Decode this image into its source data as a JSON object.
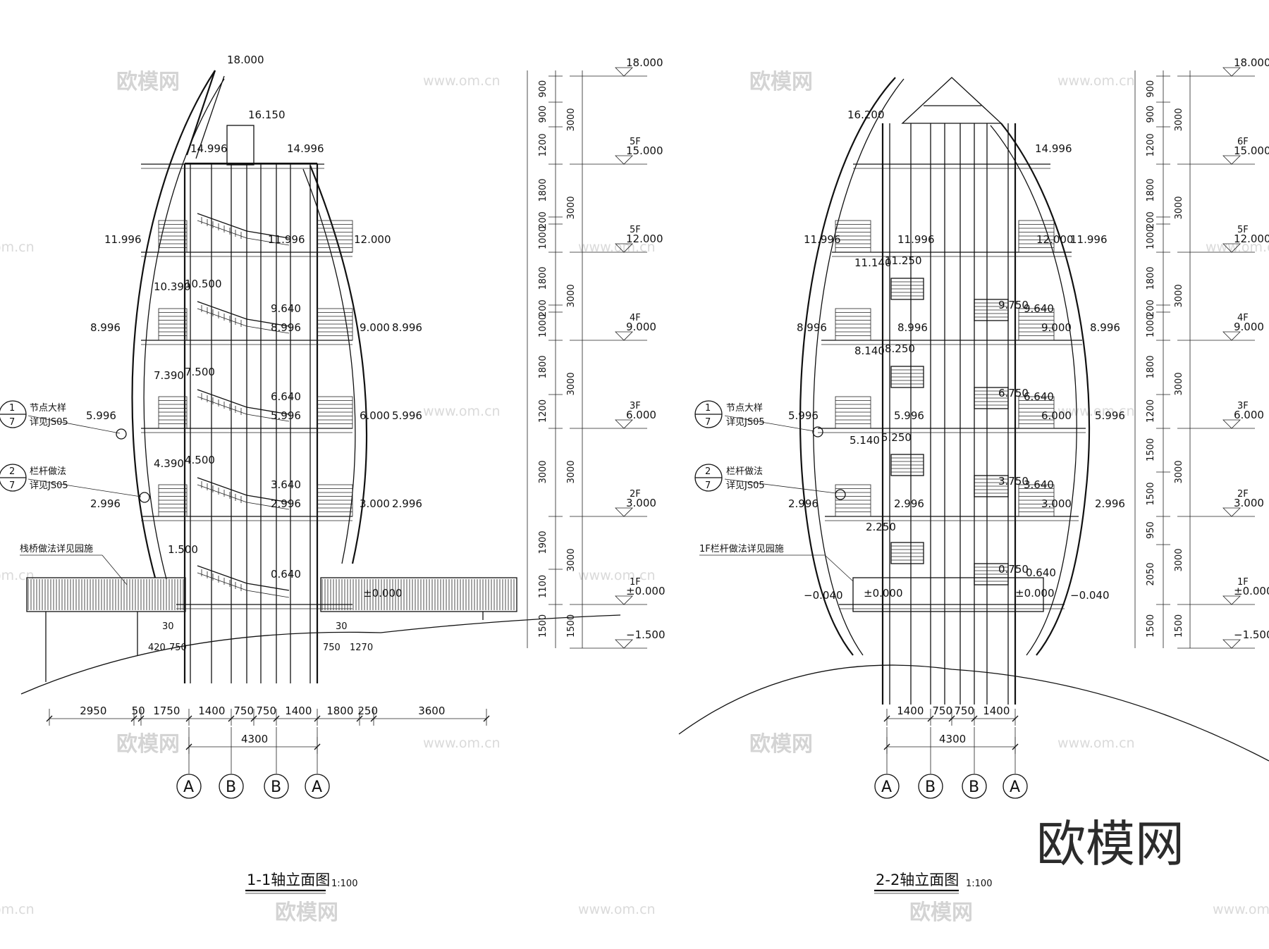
{
  "drawings": [
    {
      "title": "1-1轴立面图",
      "scale": "1:100",
      "axes": [
        "A",
        "B",
        "B",
        "A"
      ],
      "column_elevations": {
        "left": [
          "18.000",
          "16.150",
          "14.996",
          "11.996",
          "10.390",
          "8.996",
          "7.390",
          "5.996",
          "4.390",
          "2.996",
          "1.500"
        ],
        "inner": [
          "14.996",
          "11.996",
          "10.500",
          "9.640",
          "8.996",
          "7.500",
          "6.640",
          "5.996",
          "4.500",
          "3.640",
          "2.996",
          "0.640"
        ],
        "right": [
          "12.000",
          "9.000",
          "8.996",
          "6.000",
          "5.996",
          "3.000",
          "2.996",
          "±0.000"
        ]
      },
      "bottom_dims": [
        "2950",
        "50",
        "1750",
        "1400",
        "750",
        "750",
        "1400",
        "1800",
        "250",
        "3600"
      ],
      "total_dim": "4300",
      "small_dims": [
        "30",
        "30",
        "420",
        "750",
        "750",
        "1270"
      ],
      "notes": [
        {
          "symbol_top": "1",
          "symbol_bottom": "7",
          "line1": "节点大样",
          "line2": "详见JS05"
        },
        {
          "symbol_top": "2",
          "symbol_bottom": "7",
          "line1": "栏杆做法",
          "line2": "详见JS05"
        },
        {
          "line1": "栈桥做法详见园施"
        }
      ],
      "level_scale": {
        "levels": [
          {
            "floor": "",
            "value": "18.000"
          },
          {
            "floor": "5F",
            "value": "15.000"
          },
          {
            "floor": "5F",
            "value": "12.000"
          },
          {
            "floor": "4F",
            "value": "9.000"
          },
          {
            "floor": "3F",
            "value": "6.000"
          },
          {
            "floor": "2F",
            "value": "3.000"
          },
          {
            "floor": "1F",
            "value": "±0.000"
          },
          {
            "floor": "",
            "value": "−1.500"
          }
        ],
        "col1": [
          "900",
          "900",
          "1200",
          "1800",
          "200",
          "1000",
          "1800",
          "200",
          "1000",
          "1800",
          "1200",
          "3000",
          "1900",
          "1100",
          "1500"
        ],
        "col2": [
          "3000",
          "3000",
          "3000",
          "3000",
          "3000",
          "3000",
          "1500"
        ]
      }
    },
    {
      "title": "2-2轴立面图",
      "scale": "1:100",
      "axes": [
        "A",
        "B",
        "B",
        "A"
      ],
      "column_elevations": {
        "left": [
          "16.200",
          "11.996",
          "8.996",
          "5.996",
          "2.996",
          "−0.040"
        ],
        "inner": [
          "11.996",
          "11.140",
          "11.250",
          "8.996",
          "8.140",
          "8.250",
          "5.996",
          "5.140",
          "5.250",
          "2.996",
          "2.250",
          "±0.000"
        ],
        "right": [
          "14.996",
          "12.000",
          "11.996",
          "9.750",
          "9.640",
          "9.000",
          "8.996",
          "6.750",
          "6.640",
          "6.000",
          "5.996",
          "3.750",
          "3.640",
          "3.000",
          "2.996",
          "0.750",
          "0.640",
          "±0.000",
          "−0.040"
        ]
      },
      "bottom_dims": [
        "1400",
        "750",
        "750",
        "1400"
      ],
      "total_dim": "4300",
      "notes": [
        {
          "symbol_top": "1",
          "symbol_bottom": "7",
          "line1": "节点大样",
          "line2": "详见JS05"
        },
        {
          "symbol_top": "2",
          "symbol_bottom": "7",
          "line1": "栏杆做法",
          "line2": "详见JS05"
        },
        {
          "line1": "1F栏杆做法详见园施"
        }
      ],
      "level_scale": {
        "levels": [
          {
            "floor": "",
            "value": "18.000"
          },
          {
            "floor": "6F",
            "value": "15.000"
          },
          {
            "floor": "5F",
            "value": "12.000"
          },
          {
            "floor": "4F",
            "value": "9.000"
          },
          {
            "floor": "3F",
            "value": "6.000"
          },
          {
            "floor": "2F",
            "value": "3.000"
          },
          {
            "floor": "1F",
            "value": "±0.000"
          },
          {
            "floor": "",
            "value": "−1.500"
          }
        ],
        "col1": [
          "900",
          "900",
          "1200",
          "1800",
          "200",
          "1000",
          "1800",
          "200",
          "1000",
          "1800",
          "1200",
          "1500",
          "1500",
          "950",
          "2050",
          "1500"
        ],
        "col2": [
          "3000",
          "3000",
          "3000",
          "3000",
          "3000",
          "3000",
          "1500"
        ]
      }
    }
  ],
  "watermarks": {
    "logo": "欧模网",
    "url": "www.om.cn",
    "url_fragment": "om.cn",
    "brand": "欧模网"
  }
}
